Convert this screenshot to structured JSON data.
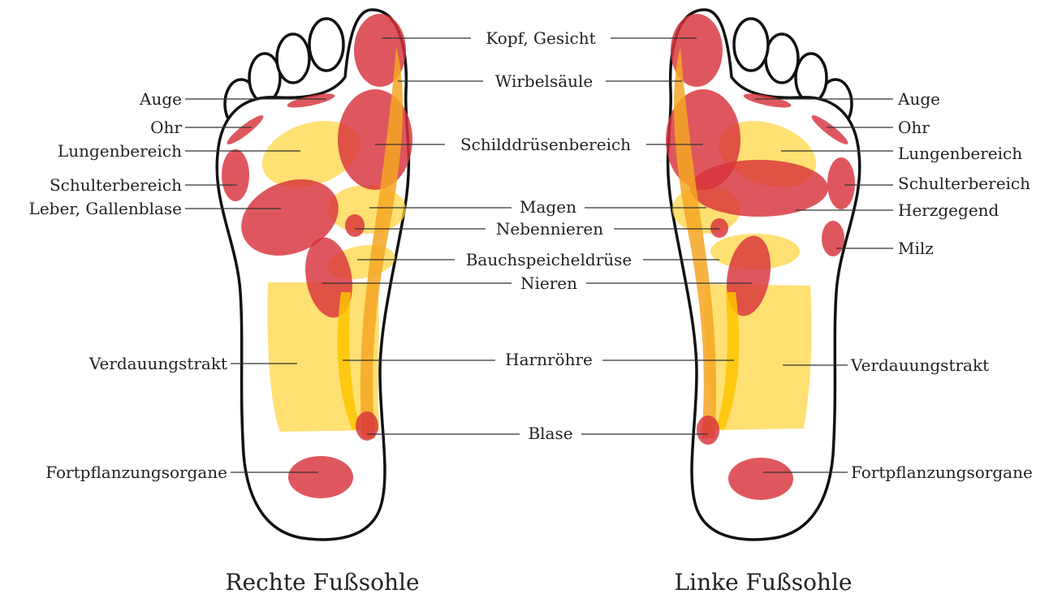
{
  "colors": {
    "red_zone": "#d8323a",
    "yellow_zone": "#ffd43b",
    "spine_zone": "#f5a623",
    "outline": "#111111",
    "text": "#222222"
  },
  "labels": {
    "kopf": "Kopf, Gesicht",
    "wirbel": "Wirbelsäule",
    "schild": "Schilddrüsenbereich",
    "magen": "Magen",
    "nebennieren": "Nebennieren",
    "bauch": "Bauchspeicheldrüse",
    "nieren": "Nieren",
    "harn": "Harnröhre",
    "blase": "Blase",
    "auge": "Auge",
    "ohr": "Ohr",
    "lunge": "Lungenbereich",
    "schulter": "Schulterbereich",
    "leber": "Leber, Gallenblase",
    "verdauung": "Verdauungstrakt",
    "fortpflanzung": "Fortpflanzungsorgane",
    "herz": "Herzgegend",
    "milz": "Milz"
  },
  "captions": {
    "right_foot": "Rechte Fußsohle",
    "left_foot": "Linke Fußsohle"
  }
}
